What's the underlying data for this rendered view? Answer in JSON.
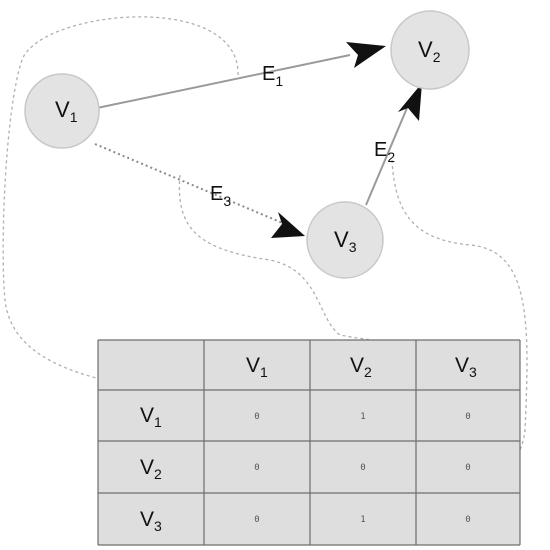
{
  "nodes": [
    {
      "id": "v1",
      "name": "V",
      "sub": "1"
    },
    {
      "id": "v2",
      "name": "V",
      "sub": "2"
    },
    {
      "id": "v3",
      "name": "V",
      "sub": "3"
    }
  ],
  "edges": [
    {
      "id": "e1",
      "name": "E",
      "sub": "1",
      "from": "v1",
      "to": "v2"
    },
    {
      "id": "e2",
      "name": "E",
      "sub": "2",
      "from": "v3",
      "to": "v2"
    },
    {
      "id": "e3",
      "name": "E",
      "sub": "3",
      "from": "v1",
      "to": "v3"
    }
  ],
  "matrix": {
    "col_headers": [
      {
        "name": "V",
        "sub": "1"
      },
      {
        "name": "V",
        "sub": "2"
      },
      {
        "name": "V",
        "sub": "3"
      }
    ],
    "row_headers": [
      {
        "name": "V",
        "sub": "1"
      },
      {
        "name": "V",
        "sub": "2"
      },
      {
        "name": "V",
        "sub": "3"
      }
    ],
    "rows": [
      [
        "0",
        "1",
        "0"
      ],
      [
        "0",
        "0",
        "0"
      ],
      [
        "0",
        "1",
        "0"
      ]
    ]
  }
}
